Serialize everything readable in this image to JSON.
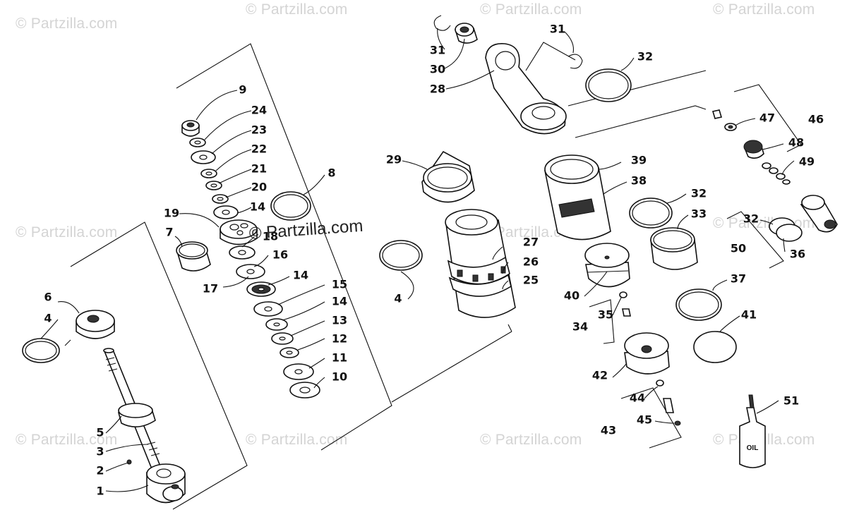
{
  "watermark": {
    "text": "© Partzilla.com",
    "main_text": "© Partzilla.com"
  },
  "bottle_label": "OIL",
  "callouts": [
    {
      "id": "c1",
      "label": "1"
    },
    {
      "id": "c2",
      "label": "2"
    },
    {
      "id": "c3",
      "label": "3"
    },
    {
      "id": "c4a",
      "label": "4"
    },
    {
      "id": "c4b",
      "label": "4"
    },
    {
      "id": "c5",
      "label": "5"
    },
    {
      "id": "c6",
      "label": "6"
    },
    {
      "id": "c7",
      "label": "7"
    },
    {
      "id": "c8",
      "label": "8"
    },
    {
      "id": "c9",
      "label": "9"
    },
    {
      "id": "c10",
      "label": "10"
    },
    {
      "id": "c11",
      "label": "11"
    },
    {
      "id": "c12",
      "label": "12"
    },
    {
      "id": "c13",
      "label": "13"
    },
    {
      "id": "c14a",
      "label": "14"
    },
    {
      "id": "c14b",
      "label": "14"
    },
    {
      "id": "c14c",
      "label": "14"
    },
    {
      "id": "c15",
      "label": "15"
    },
    {
      "id": "c16",
      "label": "16"
    },
    {
      "id": "c17",
      "label": "17"
    },
    {
      "id": "c18",
      "label": "18"
    },
    {
      "id": "c19",
      "label": "19"
    },
    {
      "id": "c20",
      "label": "20"
    },
    {
      "id": "c21",
      "label": "21"
    },
    {
      "id": "c22",
      "label": "22"
    },
    {
      "id": "c23",
      "label": "23"
    },
    {
      "id": "c24",
      "label": "24"
    },
    {
      "id": "c25",
      "label": "25"
    },
    {
      "id": "c26",
      "label": "26"
    },
    {
      "id": "c27",
      "label": "27"
    },
    {
      "id": "c28",
      "label": "28"
    },
    {
      "id": "c29",
      "label": "29"
    },
    {
      "id": "c30",
      "label": "30"
    },
    {
      "id": "c31a",
      "label": "31"
    },
    {
      "id": "c31b",
      "label": "31"
    },
    {
      "id": "c32a",
      "label": "32"
    },
    {
      "id": "c32b",
      "label": "32"
    },
    {
      "id": "c32c",
      "label": "32"
    },
    {
      "id": "c33",
      "label": "33"
    },
    {
      "id": "c34",
      "label": "34"
    },
    {
      "id": "c35",
      "label": "35"
    },
    {
      "id": "c36",
      "label": "36"
    },
    {
      "id": "c37",
      "label": "37"
    },
    {
      "id": "c38",
      "label": "38"
    },
    {
      "id": "c39",
      "label": "39"
    },
    {
      "id": "c40",
      "label": "40"
    },
    {
      "id": "c41",
      "label": "41"
    },
    {
      "id": "c42",
      "label": "42"
    },
    {
      "id": "c43",
      "label": "43"
    },
    {
      "id": "c44",
      "label": "44"
    },
    {
      "id": "c45",
      "label": "45"
    },
    {
      "id": "c46",
      "label": "46"
    },
    {
      "id": "c47",
      "label": "47"
    },
    {
      "id": "c48",
      "label": "48"
    },
    {
      "id": "c49",
      "label": "49"
    },
    {
      "id": "c50",
      "label": "50"
    },
    {
      "id": "c51",
      "label": "51"
    }
  ]
}
